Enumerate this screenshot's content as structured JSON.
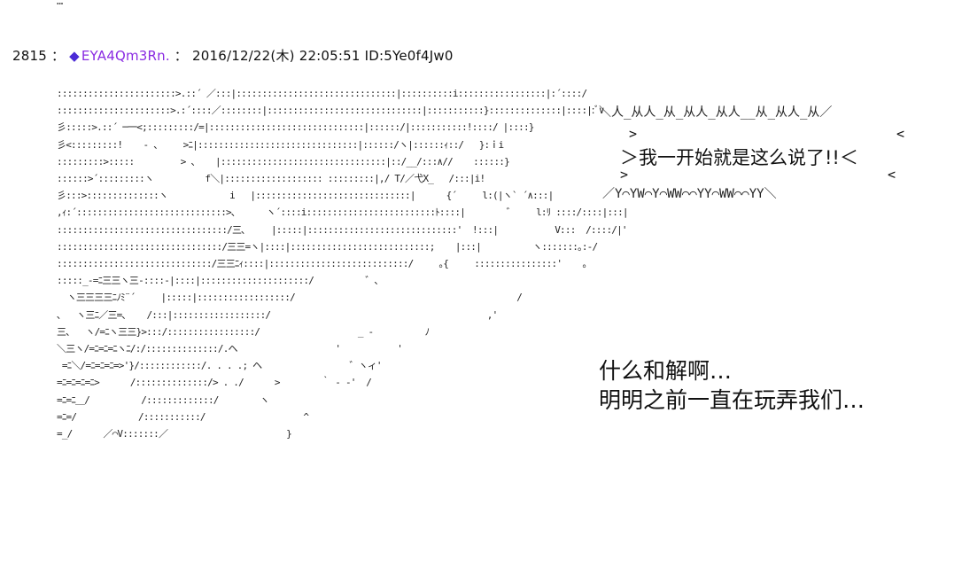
{
  "top_fragment": "…",
  "post": {
    "number": "2815",
    "separator": "：",
    "trip_icon": "◆",
    "trip_code": "EYA4Qm3Rn.",
    "colon": "：",
    "datetime": "2016/12/22(木) 22:05:51",
    "id": "ID:5Ye0f4Jw0"
  },
  "ascii_art": {
    "lines": [
      ":::::::::::::::::::::::>.::´ ／:::|:::::::::::::::::::::::::::::::|::::::::::i:::::::::::::::::|:´::::/",
      "::::::::::::::::::::::>.:´::::／::::::::|::::::::::::::::::::::::::::::|:::::::::::}::::::::::::::|::::|:ﾞ∨",
      "彡:::::>.::´ ─一<;:::::::::/=|::::::::::::::::::::::::::::::|::::::/|:::::::::::!::::/ |::::}",
      "彡<:::::::::!    ‐ 、    >ﾆ|:::::::::::::::::::::::::::::::|::::::/ヽ|::::::ｨ::/   }:ｉi",
      ":::::::::>:::::         > 、   |::::::::::::::::::::::::::::::::|::/__/:::∧//    ::::::}",
      "::::::>´:::::::::ヽ          f＼|::::::::::::::::::: :::::::::|,/ T/／弋X_   /:::|i!",
      "彡:::>::::::::::::::ヽ            i   |::::::::::::::::::::::::::::::|      {´     l:(|ヽ` ´∧:::|",
      ",ｨ:´:::::::::::::::::::::::::::::>､      ヽ´::::i:::::::::::::::::::::::::ﾄ::::|        ゛    l:ﾘ ::::/::::|:::|",
      ":::::::::::::::::::::::::::::::::/三､     |:::::|:::::::::::::::::::::::::::::'  !:::|           V:::  /::::/|'",
      "::::::::::::::::::::::::::::::::/三三=ヽ|::::|:::::::::::::::::::::::::::;    |:::|          ヽ:::::::｡:-/",
      "::::::::::::::::::::::::::::::/三三ﾆｨ::::|:::::::::::::::::::::::::::/     ｡{     ::::::::::::::::'    ｡",
      ":::::_-=ﾆ三三ヽ三-::::‐|::::|:::::::::::::::::::::/          ゛､",
      "  ヽ三三三三ﾆﾉﾐ¨´     |:::::|::::::::::::::::::/                                           /",
      "､   ヽ三ﾆ／三=､    /:::|::::::::::::::::::/                                          ,'",
      "三､   ヽ/=ﾆヽ三三}>:::/:::::::::::::::::/                   _ -          ﾉ",
      "＼三ヽ/=ﾆ=ﾆ=ﾆヽﾆ/:/::::::::::::::/.ヘ                   '           '",
      " =ﾆ＼/=ﾆ=ﾆ=ﾆ=>'}/::::::::::::/. . . .; ヘ                 ゛ヽィ'",
      "=ﾆ=ﾆ=ﾆ=ﾆ>      /::::::::::::::/> . ./      >        ｀ - ‐'  /",
      "=ﾆ=ﾆ＿/          /:::::::::::::/        ヽ",
      "=ﾆ=/            /:::::::::::/                   ^",
      "=_/      ／⌒V:::::::／                       }"
    ]
  },
  "shout_box": {
    "top_edge": "＼人_从人_从_从人_从人__从_从人_从／",
    "left_mark": ">",
    "right_mark": "<",
    "line": "＞我一开始就是这么说了!!＜",
    "bottom_edge": "／Y⌒YW⌒Y⌒WW⌒⌒YY⌒WW⌒⌒YY＼"
  },
  "dialogue": [
    "什么和解啊…",
    "明明之前一直在玩弄我们…"
  ],
  "colors": {
    "name_color": "#8a2be2",
    "text_color": "#111111",
    "background": "#ffffff"
  }
}
